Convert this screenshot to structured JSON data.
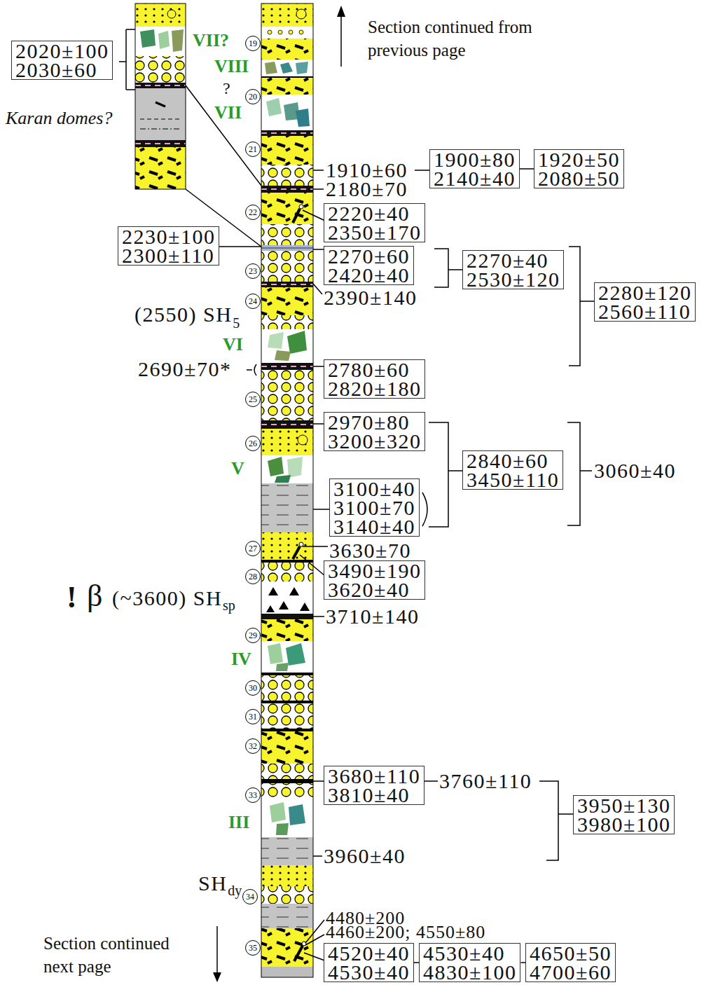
{
  "diagram": {
    "nodes": [
      {
        "text": [
          "2020±100",
          "2030±60"
        ]
      },
      {
        "text": [
          "19"
        ]
      },
      {
        "text": [
          "20"
        ]
      },
      {
        "text": [
          "21"
        ]
      },
      {
        "text": [
          "1900±80",
          "2140±40"
        ]
      },
      {
        "text": [
          "1920±50",
          "2080±50"
        ]
      },
      {
        "text": [
          "22"
        ]
      },
      {
        "text": [
          "2220±40",
          "2350±170"
        ]
      },
      {
        "text": [
          "2230±100",
          "2300±110"
        ]
      },
      {
        "text": [
          "2270±60",
          "2420±40"
        ]
      },
      {
        "text": [
          "23"
        ]
      },
      {
        "text": [
          "2270±40",
          "2530±120"
        ]
      },
      {
        "text": [
          "2280±120",
          "2560±110"
        ]
      },
      {
        "text": [
          "24"
        ]
      },
      {
        "text": [
          "2780±60",
          "2820±180"
        ]
      },
      {
        "text": [
          "25"
        ]
      },
      {
        "text": [
          "2970±80",
          "3200±320"
        ]
      },
      {
        "text": [
          "26"
        ]
      },
      {
        "text": [
          "2840±60",
          "3450±110"
        ]
      },
      {
        "text": [
          "3100±40",
          "3100±70",
          "3140±40"
        ]
      },
      {
        "text": [
          "27"
        ]
      },
      {
        "text": [
          "3490±190",
          "3620±40"
        ]
      },
      {
        "text": [
          "28"
        ]
      },
      {
        "text": [
          "29"
        ]
      },
      {
        "text": [
          "30"
        ]
      },
      {
        "text": [
          "31"
        ]
      },
      {
        "text": [
          "32"
        ]
      },
      {
        "text": [
          "3680±110",
          "3810±40"
        ]
      },
      {
        "text": [
          "33"
        ]
      },
      {
        "text": [
          "3950±130",
          "3980±100"
        ]
      },
      {
        "text": [
          "34"
        ]
      },
      {
        "text": [
          "35"
        ]
      },
      {
        "text": [
          "4520±40",
          "4530±40"
        ]
      },
      {
        "text": [
          "4530±40",
          "4830±100"
        ]
      },
      {
        "text": [
          "4650±50",
          "4700±60"
        ]
      }
    ],
    "edges": [
      {
        "from": 4,
        "to": 5,
        "arrow": "none"
      },
      {
        "from": 32,
        "to": 33,
        "arrow": "none"
      },
      {
        "from": 33,
        "to": 34,
        "arrow": "none"
      }
    ],
    "labels": [
      "Section continued from previous page",
      "VII?",
      "VIII",
      "?",
      "VII",
      "Karan domes?",
      "1910±60",
      "2180±70",
      "2390±140",
      "(2550) SH",
      "5",
      "VI",
      "2690±70*",
      "V",
      "3060±40",
      "3630±70",
      "!",
      "β",
      "(~3600) SH",
      "sp",
      "3710±140",
      "IV",
      "3760±110",
      "III",
      "3960±40",
      "SH",
      "dy",
      "4480±200",
      "4460±200; 4550±80",
      "Section continued next page"
    ]
  }
}
